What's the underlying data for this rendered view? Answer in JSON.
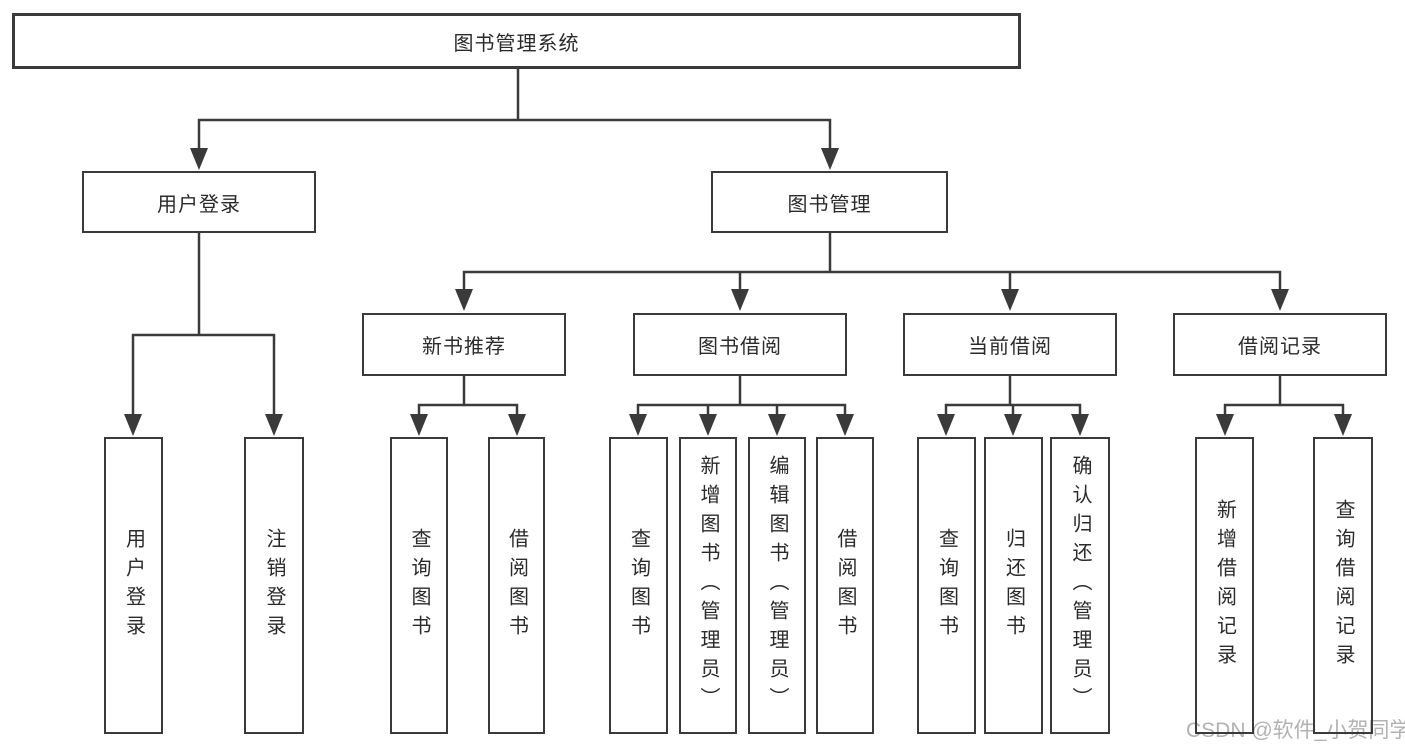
{
  "diagram": {
    "type": "tree",
    "root": {
      "label": "图书管理系统"
    },
    "branches": [
      {
        "label": "用户登录",
        "children": [
          {
            "label": "用户登录"
          },
          {
            "label": "注销登录"
          }
        ]
      },
      {
        "label": "图书管理",
        "children": [
          {
            "label": "新书推荐",
            "children": [
              {
                "label": "查询图书"
              },
              {
                "label": "借阅图书"
              }
            ]
          },
          {
            "label": "图书借阅",
            "children": [
              {
                "label": "查询图书"
              },
              {
                "label": "新增图书（管理员）"
              },
              {
                "label": "编辑图书（管理员）"
              },
              {
                "label": "借阅图书"
              }
            ]
          },
          {
            "label": "当前借阅",
            "children": [
              {
                "label": "查询图书"
              },
              {
                "label": "归还图书"
              },
              {
                "label": "确认归还（管理员）"
              }
            ]
          },
          {
            "label": "借阅记录",
            "children": [
              {
                "label": "新增借阅记录"
              },
              {
                "label": "查询借阅记录"
              }
            ]
          }
        ]
      }
    ]
  },
  "watermark": {
    "text": "CSDN @软件_小贺同学"
  },
  "colors": {
    "line": "#3a3a3a",
    "node_border": "#3a3a3a",
    "node_fill": "#ffffff",
    "text": "#2b2b2b",
    "watermark": "#b2b2b2",
    "background": "#ffffff"
  }
}
